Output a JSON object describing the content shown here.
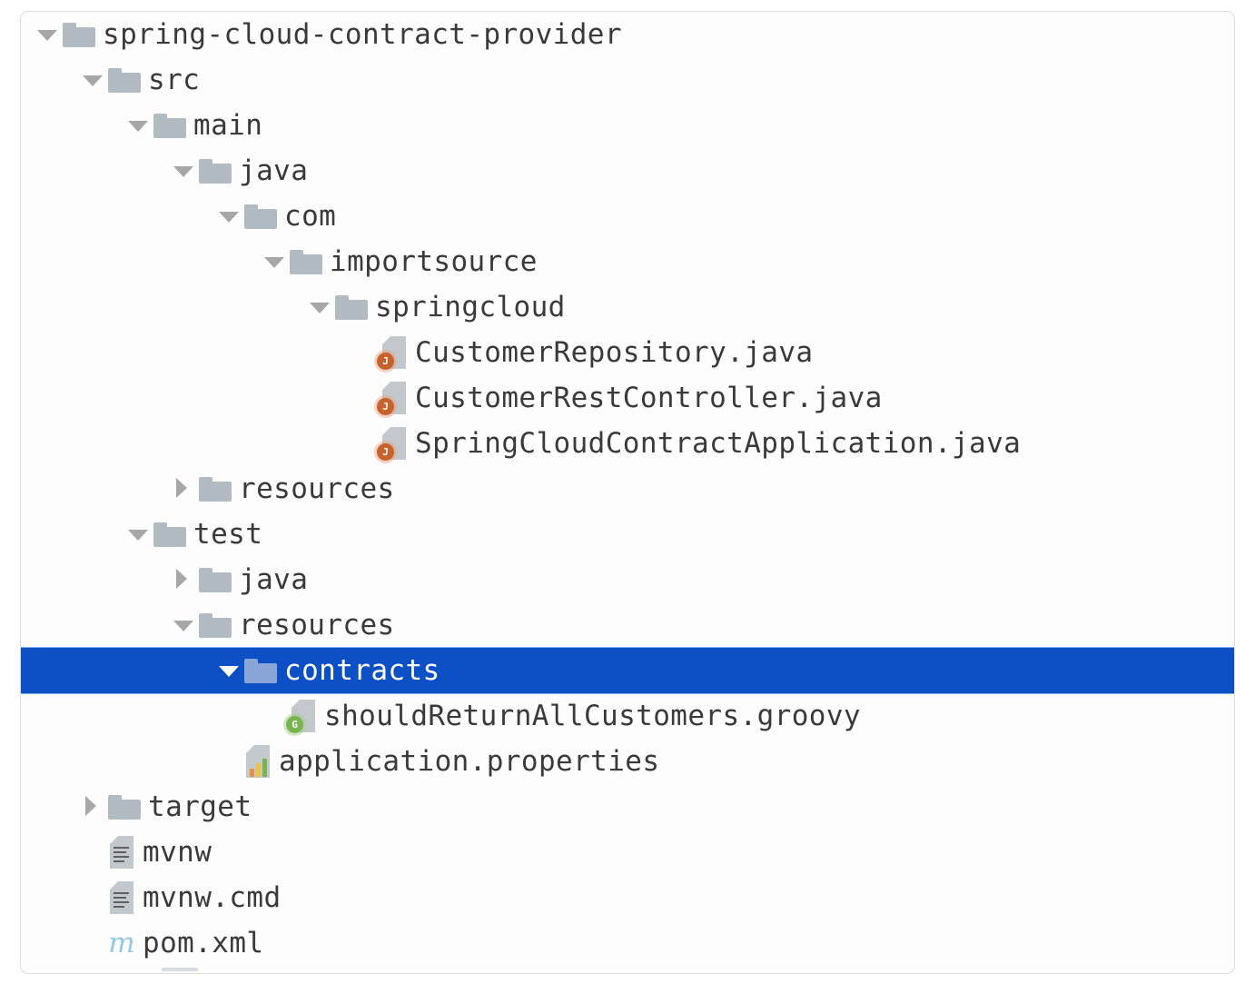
{
  "panel": {
    "name": "project-file-tree",
    "selection_color": "#0d4fc4",
    "selected_text_color": "#ffffff",
    "text_color": "#3a3a3a",
    "folder_icon_color": "#b2bac2",
    "background": "#fdfdfd",
    "border_color": "#dddddd"
  },
  "tree": {
    "rows": [
      {
        "label": "spring-cloud-contract-provider",
        "depth": 0,
        "twisty": "expanded",
        "icon": "folder-icon",
        "selected": false
      },
      {
        "label": "src",
        "depth": 1,
        "twisty": "expanded",
        "icon": "folder-icon",
        "selected": false
      },
      {
        "label": "main",
        "depth": 2,
        "twisty": "expanded",
        "icon": "folder-icon",
        "selected": false
      },
      {
        "label": "java",
        "depth": 3,
        "twisty": "expanded",
        "icon": "folder-icon",
        "selected": false
      },
      {
        "label": "com",
        "depth": 4,
        "twisty": "expanded",
        "icon": "folder-icon",
        "selected": false
      },
      {
        "label": "importsource",
        "depth": 5,
        "twisty": "expanded",
        "icon": "folder-icon",
        "selected": false
      },
      {
        "label": "springcloud",
        "depth": 6,
        "twisty": "expanded",
        "icon": "folder-icon",
        "selected": false
      },
      {
        "label": "CustomerRepository.java",
        "depth": 7,
        "twisty": "none",
        "icon": "java-file-icon",
        "badge": "J",
        "selected": false
      },
      {
        "label": "CustomerRestController.java",
        "depth": 7,
        "twisty": "none",
        "icon": "java-file-icon",
        "badge": "J",
        "selected": false
      },
      {
        "label": "SpringCloudContractApplication.java",
        "depth": 7,
        "twisty": "none",
        "icon": "java-file-icon",
        "badge": "J",
        "selected": false
      },
      {
        "label": "resources",
        "depth": 3,
        "twisty": "collapsed",
        "icon": "folder-icon",
        "selected": false
      },
      {
        "label": "test",
        "depth": 2,
        "twisty": "expanded",
        "icon": "folder-icon",
        "selected": false
      },
      {
        "label": "java",
        "depth": 3,
        "twisty": "collapsed",
        "icon": "folder-icon",
        "selected": false
      },
      {
        "label": "resources",
        "depth": 3,
        "twisty": "expanded",
        "icon": "folder-icon",
        "selected": false
      },
      {
        "label": "contracts",
        "depth": 4,
        "twisty": "expanded",
        "icon": "folder-icon",
        "selected": true
      },
      {
        "label": "shouldReturnAllCustomers.groovy",
        "depth": 5,
        "twisty": "none",
        "icon": "groovy-file-icon",
        "badge": "G",
        "selected": false
      },
      {
        "label": "application.properties",
        "depth": 4,
        "twisty": "none",
        "icon": "properties-file-icon",
        "selected": false
      },
      {
        "label": "target",
        "depth": 1,
        "twisty": "collapsed",
        "icon": "folder-icon",
        "selected": false
      },
      {
        "label": "mvnw",
        "depth": 1,
        "twisty": "none",
        "icon": "text-file-icon",
        "selected": false
      },
      {
        "label": "mvnw.cmd",
        "depth": 1,
        "twisty": "none",
        "icon": "text-file-icon",
        "selected": false
      },
      {
        "label": "pom.xml",
        "depth": 1,
        "twisty": "none",
        "icon": "maven-file-icon",
        "glyph": "m",
        "selected": false
      }
    ]
  }
}
